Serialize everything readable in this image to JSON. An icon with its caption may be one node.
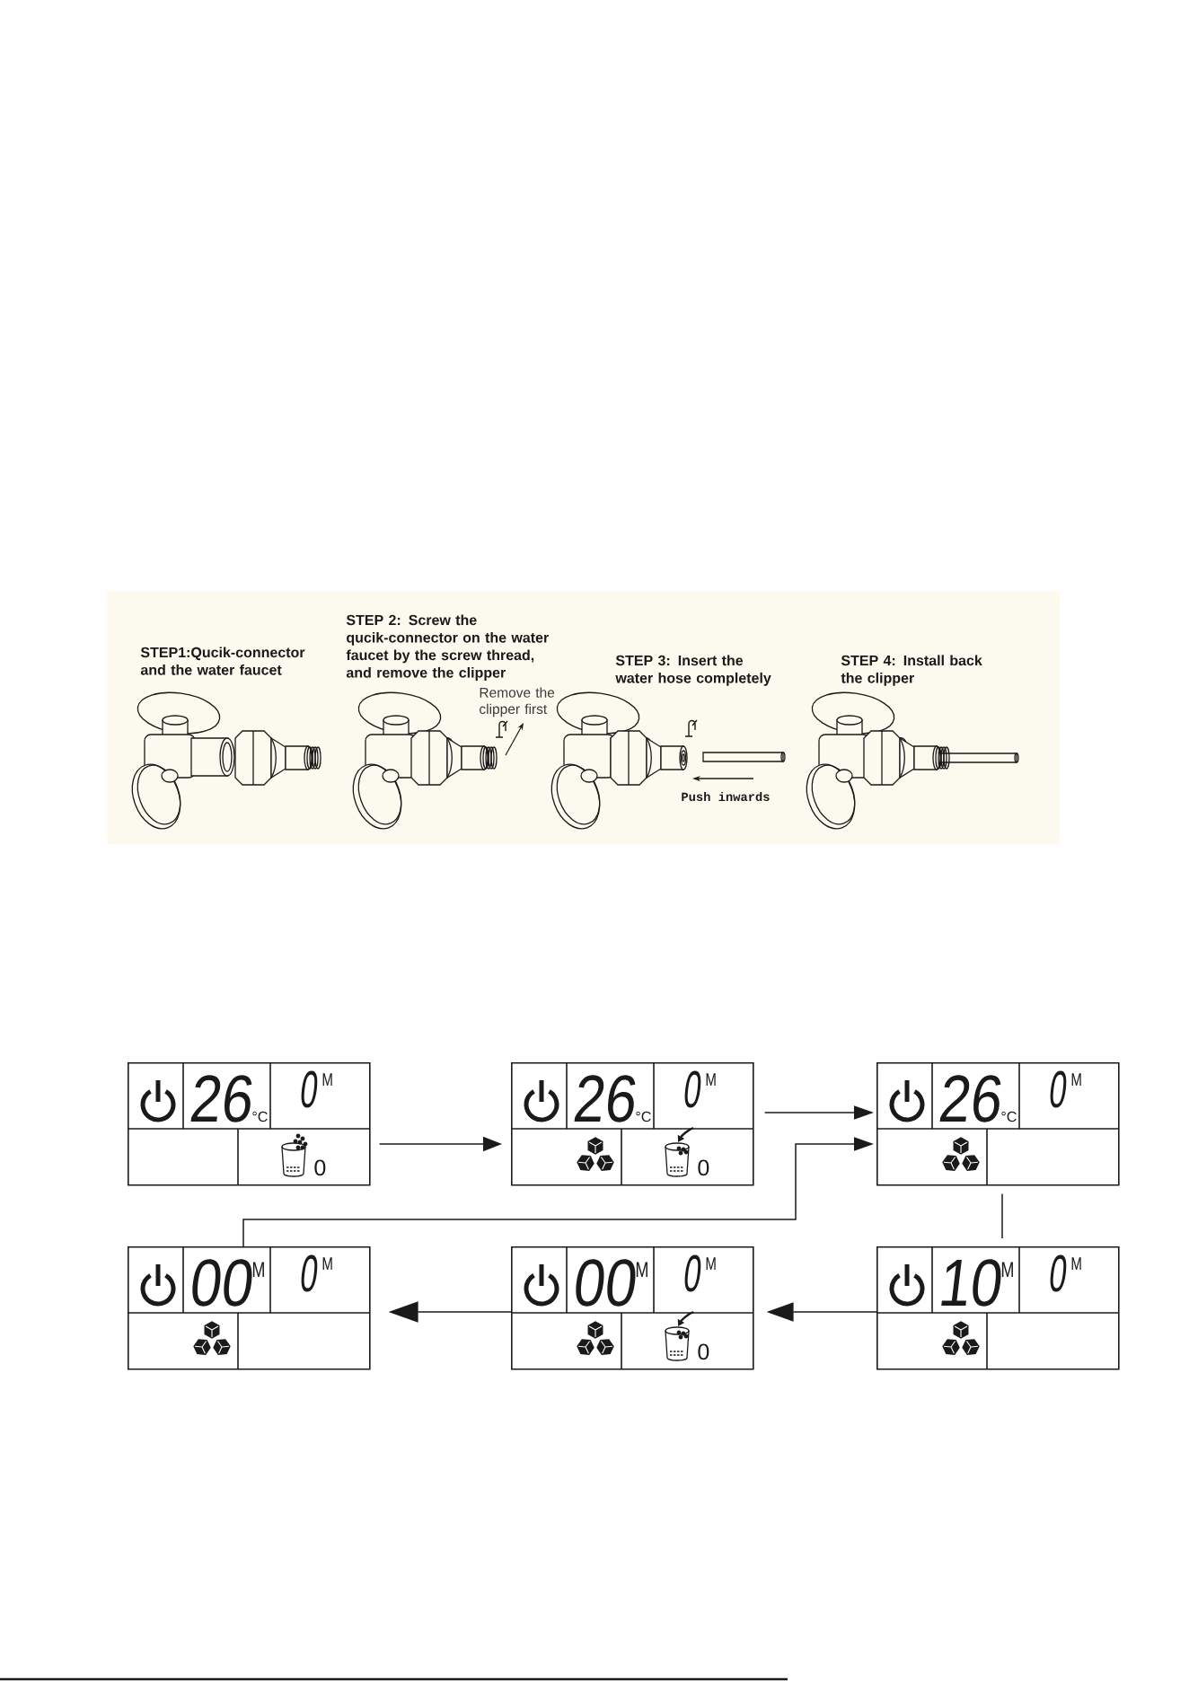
{
  "diagram": {
    "nodes": [
      {
        "text": [
          "STEP1:Qucik-connector and the water faucet",
          "STEP 2: Screw the qucik-connector on the water faucet by the screw thread, and remove the clipper",
          "Remove the clipper first",
          "STEP 3: Insert the water hose completely",
          "Push inwards",
          "STEP 4: Install back the clipper"
        ]
      },
      {
        "text": [
          "26",
          "°C",
          "0",
          "M",
          "0"
        ]
      },
      {
        "text": [
          "26",
          "°C",
          "0",
          "M",
          "0"
        ]
      },
      {
        "text": [
          "26",
          "°C",
          "0",
          "M"
        ]
      },
      {
        "text": [
          "00",
          "M",
          "0",
          "M"
        ]
      },
      {
        "text": [
          "00",
          "M",
          "0",
          "M",
          "0"
        ]
      },
      {
        "text": [
          "10",
          "M",
          "0",
          "M"
        ]
      }
    ],
    "edges": [
      {
        "from": 1,
        "to": 2,
        "arrow": "to"
      },
      {
        "from": 2,
        "to": 3,
        "arrow": "to"
      },
      {
        "from": 3,
        "to": 6,
        "arrow": "none"
      },
      {
        "from": 6,
        "to": 5,
        "arrow": "to"
      },
      {
        "from": 5,
        "to": 4,
        "arrow": "to"
      },
      {
        "from": 4,
        "to": 3,
        "arrow": "to"
      }
    ]
  }
}
